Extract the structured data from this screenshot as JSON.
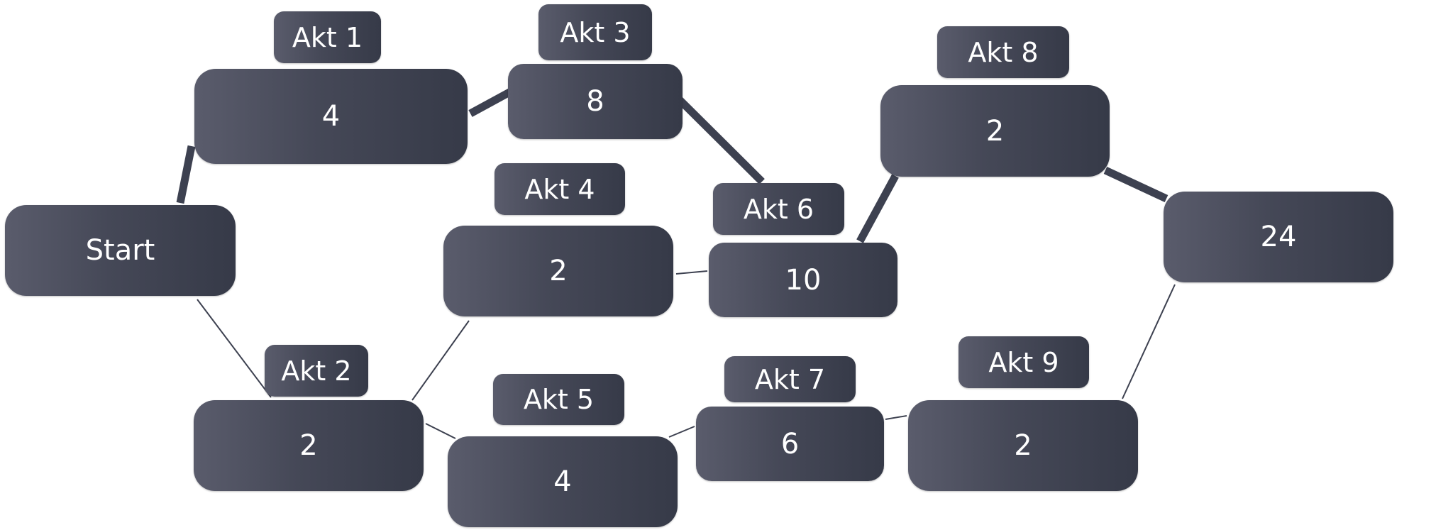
{
  "nodes": {
    "start": "Start",
    "n1": "4",
    "n2": "2",
    "n3": "8",
    "n4": "2",
    "n5": "4",
    "n6": "10",
    "n7": "6",
    "n8": "2",
    "n9": "2",
    "end": "24"
  },
  "tags": {
    "a1": "Akt 1",
    "a2": "Akt 2",
    "a3": "Akt 3",
    "a4": "Akt 4",
    "a5": "Akt 5",
    "a6": "Akt 6",
    "a7": "Akt 7",
    "a8": "Akt 8",
    "a9": "Akt 9"
  },
  "colors": {
    "box_light": "#5a5c6c",
    "box_dark": "#363a48",
    "connector": "#3d4150",
    "text": "#ffffff"
  }
}
